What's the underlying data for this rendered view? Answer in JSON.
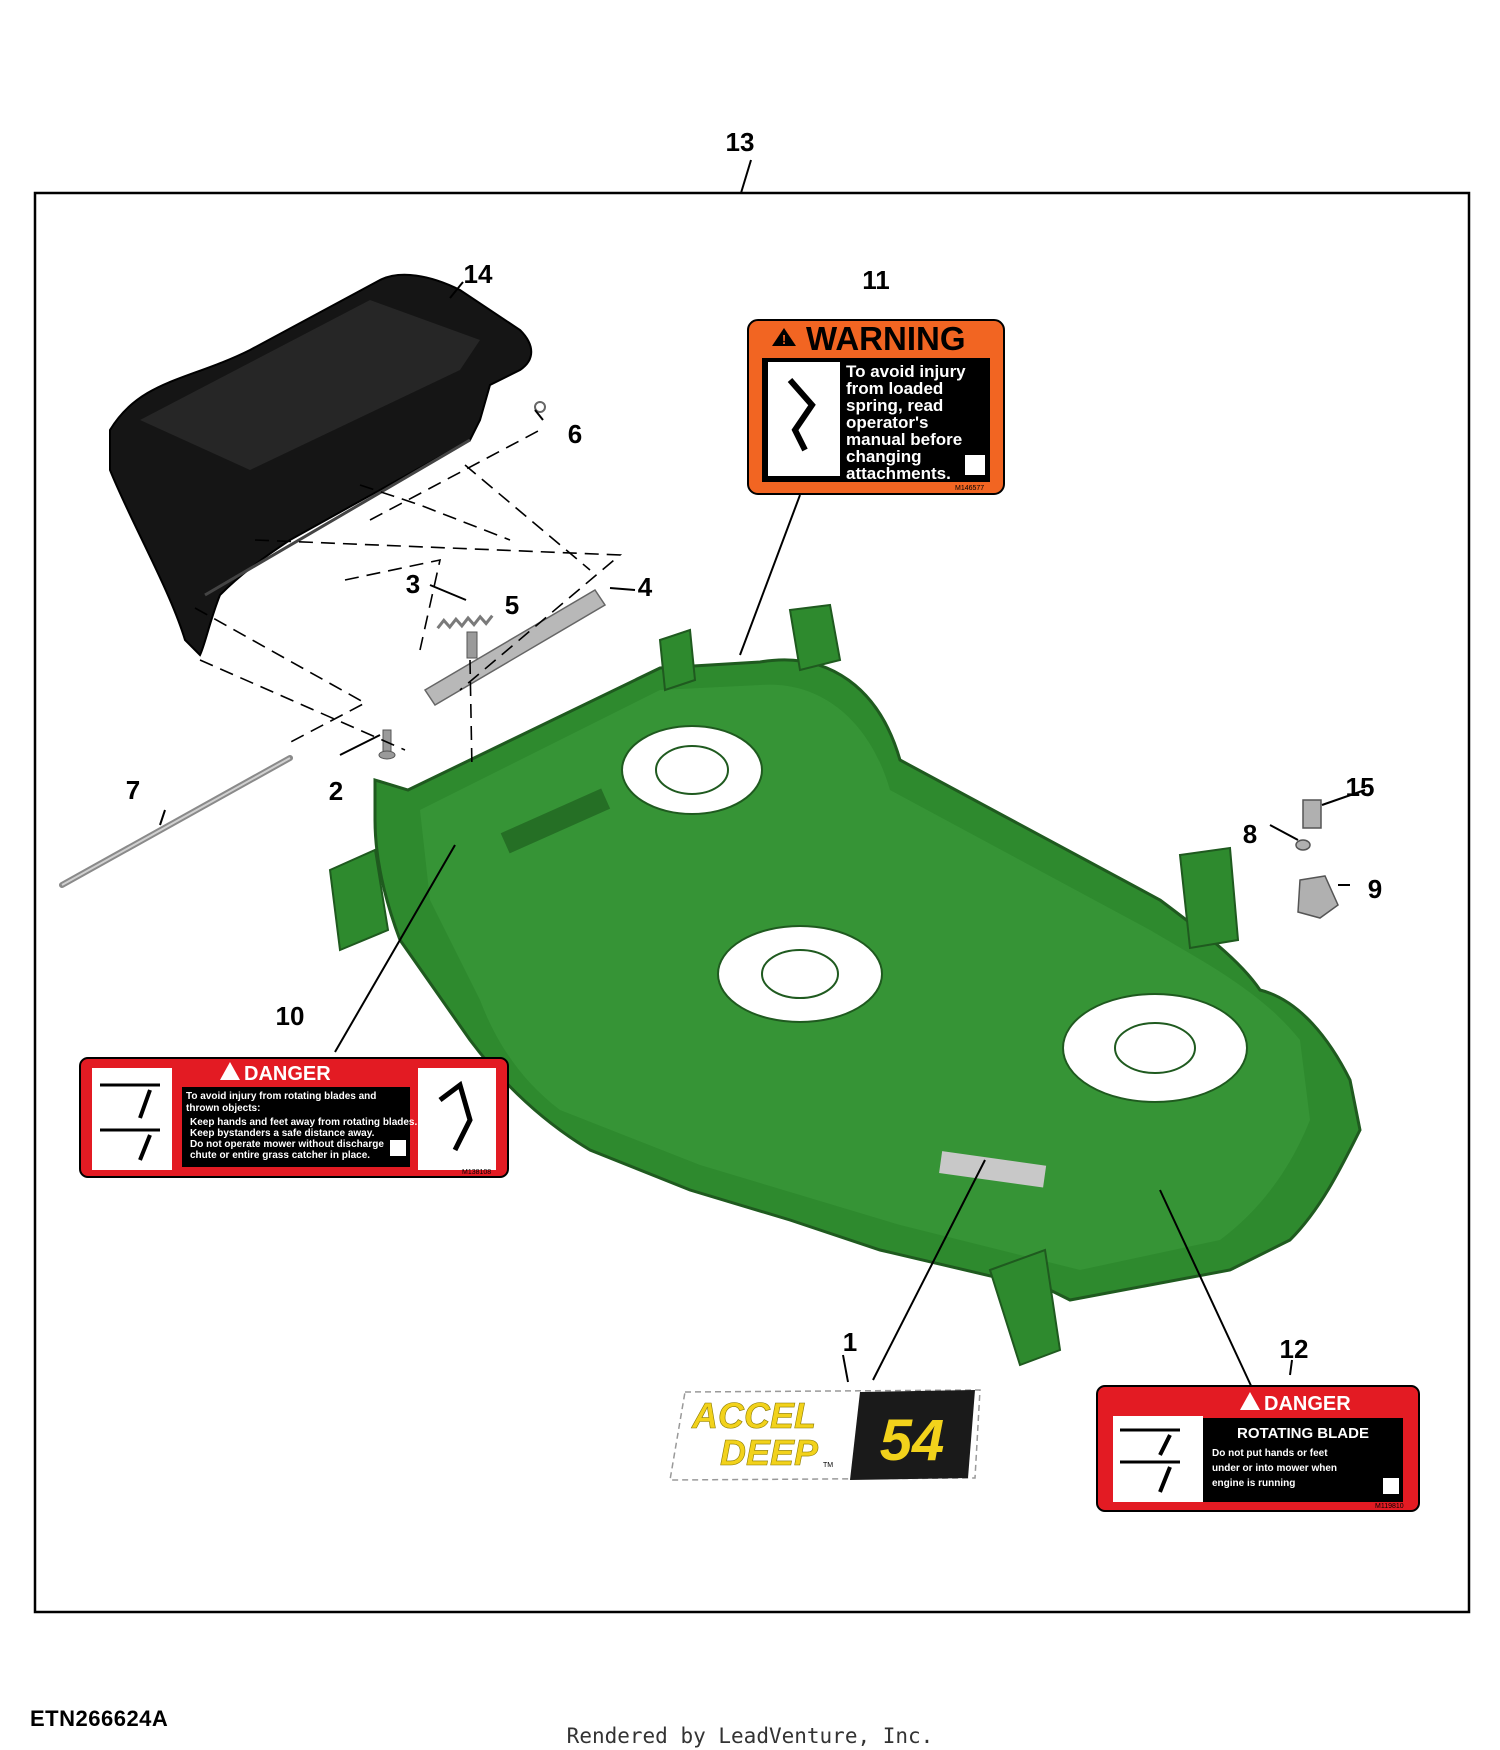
{
  "callouts": {
    "c1": "1",
    "c2": "2",
    "c3": "3",
    "c4": "4",
    "c5": "5",
    "c6": "6",
    "c7": "7",
    "c8": "8",
    "c9": "9",
    "c10": "10",
    "c11": "11",
    "c12": "12",
    "c13": "13",
    "c14": "14",
    "c15": "15"
  },
  "warning_decal": {
    "header": "WARNING",
    "lines": [
      "To avoid injury",
      "from loaded",
      "spring, read",
      "operator's",
      "manual before",
      "changing",
      "attachments."
    ],
    "code": "M146577"
  },
  "danger_decal_10": {
    "header": "DANGER",
    "lines": [
      "To avoid injury from rotating blades and",
      "thrown objects:",
      "Keep hands and feet away from rotating blades.",
      "Keep bystanders a safe distance away.",
      "Do not operate mower without discharge",
      "chute or entire grass catcher in place."
    ],
    "code": "M138108"
  },
  "danger_decal_12": {
    "header": "DANGER",
    "subheader": "ROTATING BLADE",
    "lines": [
      "Do not put hands or feet",
      "under or into mower when",
      "engine is running"
    ],
    "code": "M119810"
  },
  "model_decal": {
    "word1": "ACCEL",
    "word2": "DEEP",
    "number": "54",
    "tm": "TM"
  },
  "drawing_id": "ETN266624A",
  "footer": "Rendered by LeadVenture, Inc.",
  "colors": {
    "deck_green": "#2e8a2e",
    "deck_dark": "#1f5a1f",
    "warning_orange": "#f26522",
    "danger_red": "#e31b23",
    "accel_yellow": "#f2d21b",
    "chute_black": "#151515"
  }
}
